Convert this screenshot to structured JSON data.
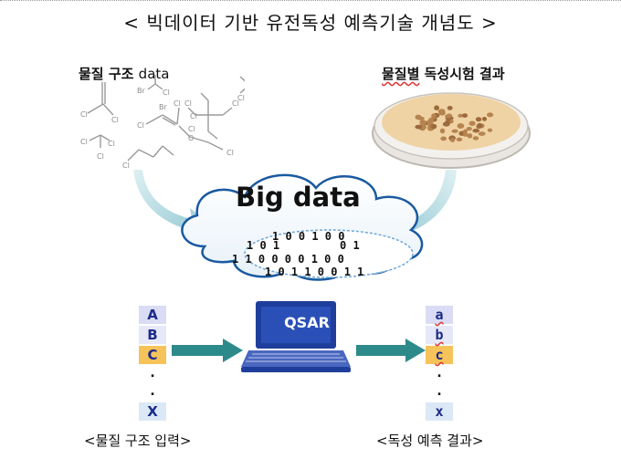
{
  "title": "< 빅데이터 기반 유전독성 예측기술 개념도 >",
  "structure_label": {
    "text": "물질 구조",
    "data_word": "data"
  },
  "test_label": {
    "prefix": "물질별",
    "rest": " 독성시험 결과"
  },
  "cloud_label": "Big data",
  "binary_rows": [
    "1 0 0 1 0 0",
    "1 0 1",
    "0 1",
    "1 1 0 0 0 0 1 0 0",
    "1 0 1 1 0 0 1 1"
  ],
  "laptop_label": "QSAR",
  "molecule_atoms": [
    "Cl",
    "Cl",
    "Br",
    "Cl",
    "Cl",
    "Cl",
    "Cl",
    "Cl",
    "Br",
    "Cl",
    "Cl",
    "Cl",
    "Cl",
    "O",
    "Cl",
    "Cl",
    "Cl",
    "Cl",
    "Cl",
    "Cl"
  ],
  "input_list": [
    "A",
    "B",
    "C",
    ".",
    ".",
    "X"
  ],
  "output_list": [
    "a",
    "b",
    "c",
    ".",
    ".",
    "x"
  ],
  "input_caption": "<물질 구조 입력>",
  "output_caption": "<독성 예측 결과>",
  "colors": {
    "arrow_teal": "#2d8a8a",
    "laptop_blue": "#1f3e9c",
    "cloud_stroke": "#1a5aa0",
    "dish_gold": "#c9a165"
  }
}
